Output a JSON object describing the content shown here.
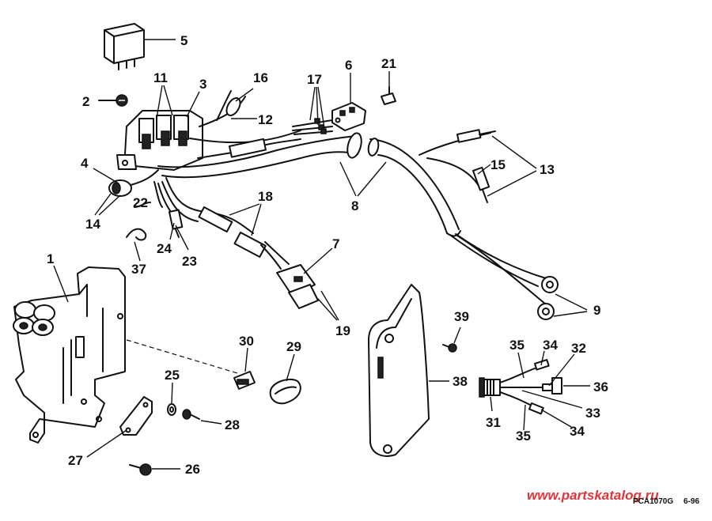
{
  "callouts": [
    "1",
    "2",
    "3",
    "4",
    "5",
    "6",
    "7",
    "8",
    "9",
    "11",
    "12",
    "13",
    "14",
    "15",
    "16",
    "17",
    "18",
    "19",
    "21",
    "22",
    "23",
    "24",
    "25",
    "26",
    "27",
    "28",
    "29",
    "30",
    "31",
    "32",
    "33",
    "34",
    "35",
    "36",
    "37",
    "38",
    "39"
  ],
  "footer": {
    "drawing_code": "PCA1070G",
    "revision": "6-96",
    "watermark": "www.partskatalog.ru"
  },
  "colors": {
    "ink": "#111111",
    "watermark": "#e0343a",
    "background": "#ffffff"
  }
}
